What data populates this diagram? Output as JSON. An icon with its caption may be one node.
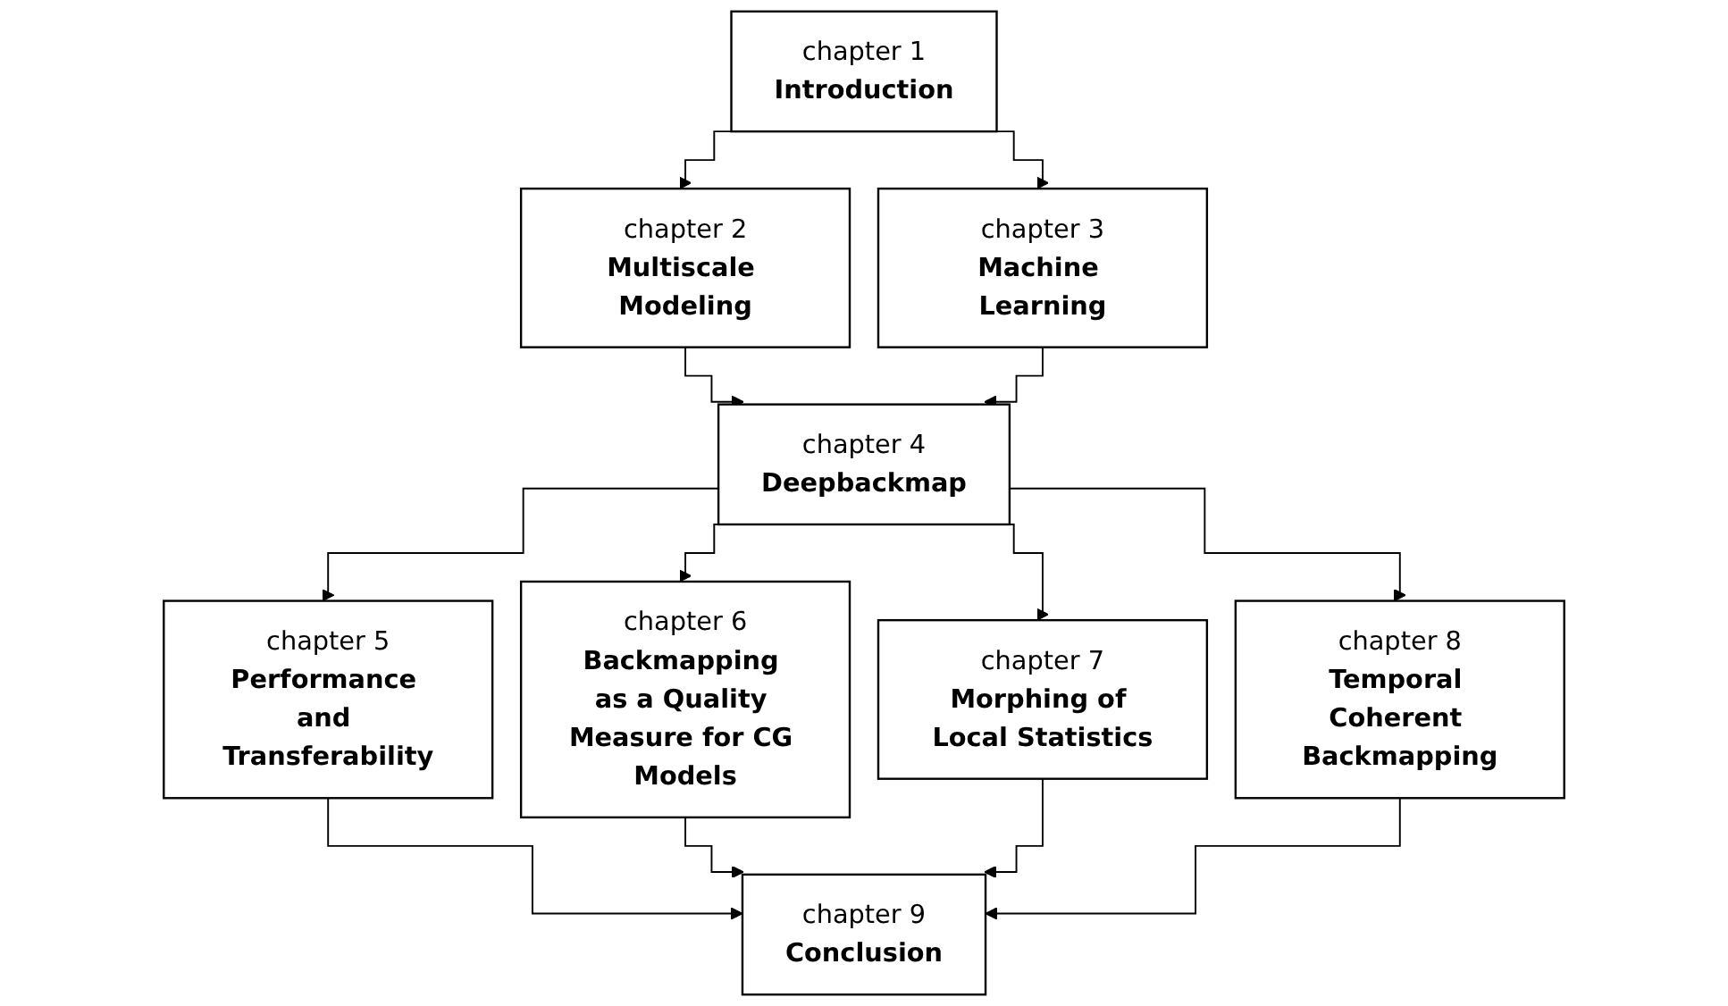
{
  "diagram": {
    "nodes": [
      {
        "text": [
          "chapter 1",
          "Introduction"
        ]
      },
      {
        "text": [
          "chapter 2",
          "Multiscale Modeling"
        ]
      },
      {
        "text": [
          "chapter 3",
          "Machine Learning"
        ]
      },
      {
        "text": [
          "chapter 4",
          "Deepbackmap"
        ]
      },
      {
        "text": [
          "chapter 5",
          "Performance and Transferability"
        ]
      },
      {
        "text": [
          "chapter 6",
          "Backmapping as a Quality Measure for CG Models"
        ]
      },
      {
        "text": [
          "chapter 7",
          "Morphing of Local Statistics"
        ]
      },
      {
        "text": [
          "chapter 8",
          "Temporal Coherent Backmapping"
        ]
      },
      {
        "text": [
          "chapter 9",
          "Conclusion"
        ]
      }
    ],
    "edges": [
      {
        "from": 0,
        "to": 1,
        "arrow": "to"
      },
      {
        "from": 0,
        "to": 2,
        "arrow": "to"
      },
      {
        "from": 1,
        "to": 3,
        "arrow": "to"
      },
      {
        "from": 2,
        "to": 3,
        "arrow": "to"
      },
      {
        "from": 3,
        "to": 4,
        "arrow": "to"
      },
      {
        "from": 3,
        "to": 5,
        "arrow": "to"
      },
      {
        "from": 3,
        "to": 6,
        "arrow": "to"
      },
      {
        "from": 3,
        "to": 7,
        "arrow": "to"
      },
      {
        "from": 4,
        "to": 8,
        "arrow": "to"
      },
      {
        "from": 5,
        "to": 8,
        "arrow": "to"
      },
      {
        "from": 6,
        "to": 8,
        "arrow": "to"
      },
      {
        "from": 7,
        "to": 8,
        "arrow": "to"
      }
    ]
  }
}
